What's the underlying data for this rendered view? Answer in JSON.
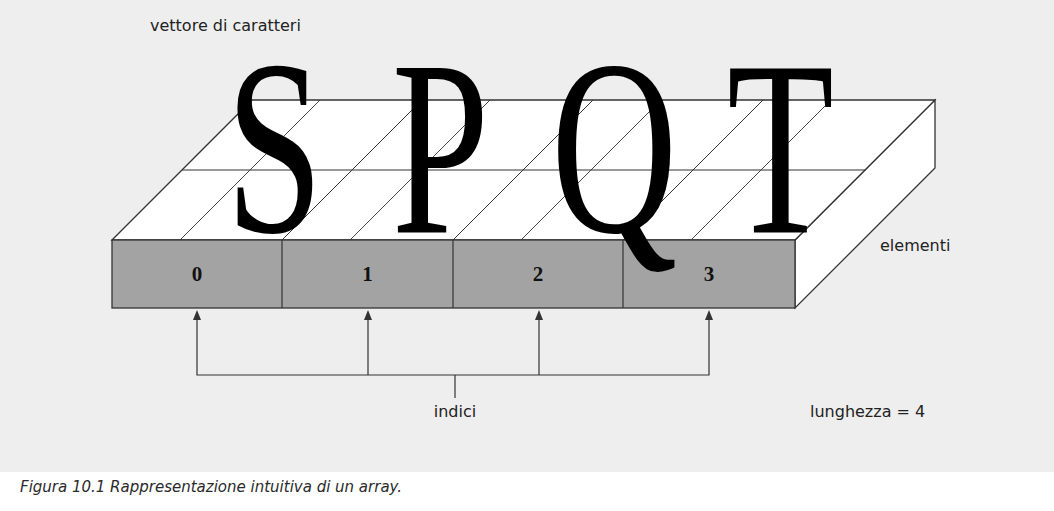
{
  "diagram": {
    "caption": "Figura 10.1 Rappresentazione intuitiva di un array.",
    "nodes": [
      {
        "text": [
          "S",
          "0"
        ]
      },
      {
        "text": [
          "P",
          "1"
        ]
      },
      {
        "text": [
          "Q",
          "2"
        ]
      },
      {
        "text": [
          "T",
          "3"
        ]
      }
    ],
    "labels": [
      "vettore di caratteri",
      "elementi",
      "indici",
      "lunghezza = 4"
    ]
  }
}
